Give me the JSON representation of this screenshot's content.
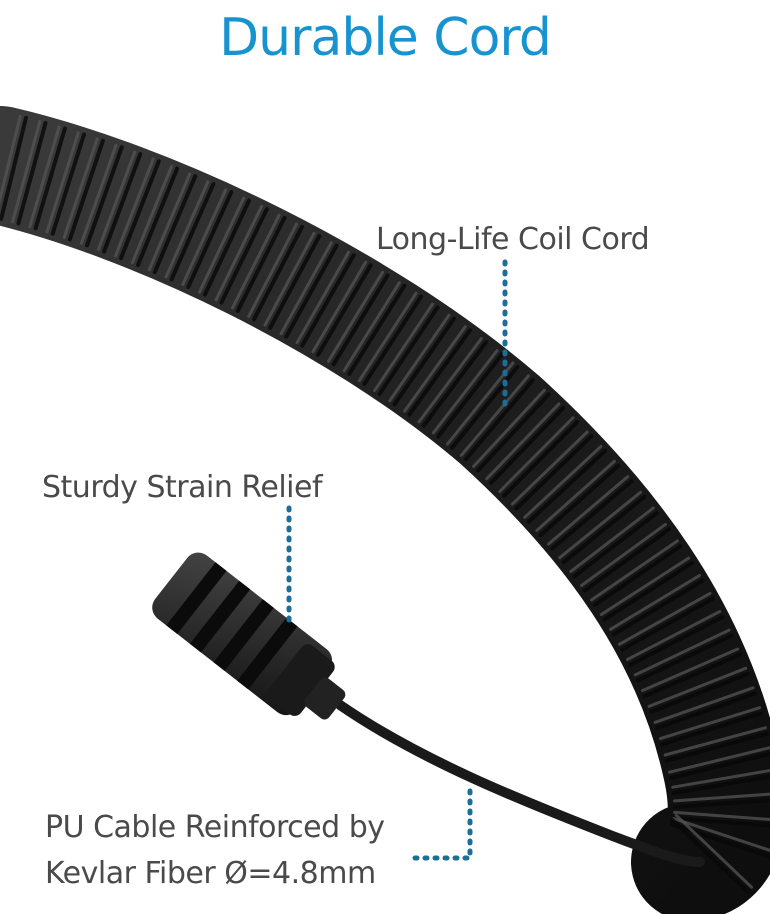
{
  "title": "Durable Cord",
  "labels": {
    "coil": "Long-Life Coil Cord",
    "strain": "Sturdy Strain Relief",
    "pu_line1": "PU Cable Reinforced by",
    "pu_line2": "Kevlar Fiber Ø=4.8mm"
  },
  "colors": {
    "accent": "#1793cf",
    "callout_dots": "#1b6e9a",
    "cord": "#1c1c1c",
    "label_text": "#4a4a4a"
  }
}
